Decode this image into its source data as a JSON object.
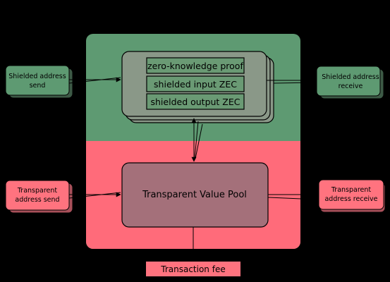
{
  "nodes": {
    "shielded_send": {
      "line1": "Shielded address",
      "line2": "send"
    },
    "shielded_receive": {
      "line1": "Shielded address",
      "line2": "receive"
    },
    "transparent_send": {
      "line1": "Transparent",
      "line2": "address send"
    },
    "transparent_receive": {
      "line1": "Transparent",
      "line2": "address receive"
    },
    "shielded_pool": {
      "items": [
        "zero-knowledge proof",
        "shielded input ZEC",
        "shielded output ZEC"
      ]
    },
    "transparent_pool": {
      "label": "Transparent Value Pool"
    },
    "fee": {
      "label": "Transaction fee"
    }
  },
  "colors": {
    "green_region": "#5e9a72",
    "red_region": "#ff6b7a",
    "green_node": "#5e9a72",
    "red_node": "#ff737f",
    "panel_gray": "#8a9888",
    "pool_gray": "#a4707a"
  }
}
